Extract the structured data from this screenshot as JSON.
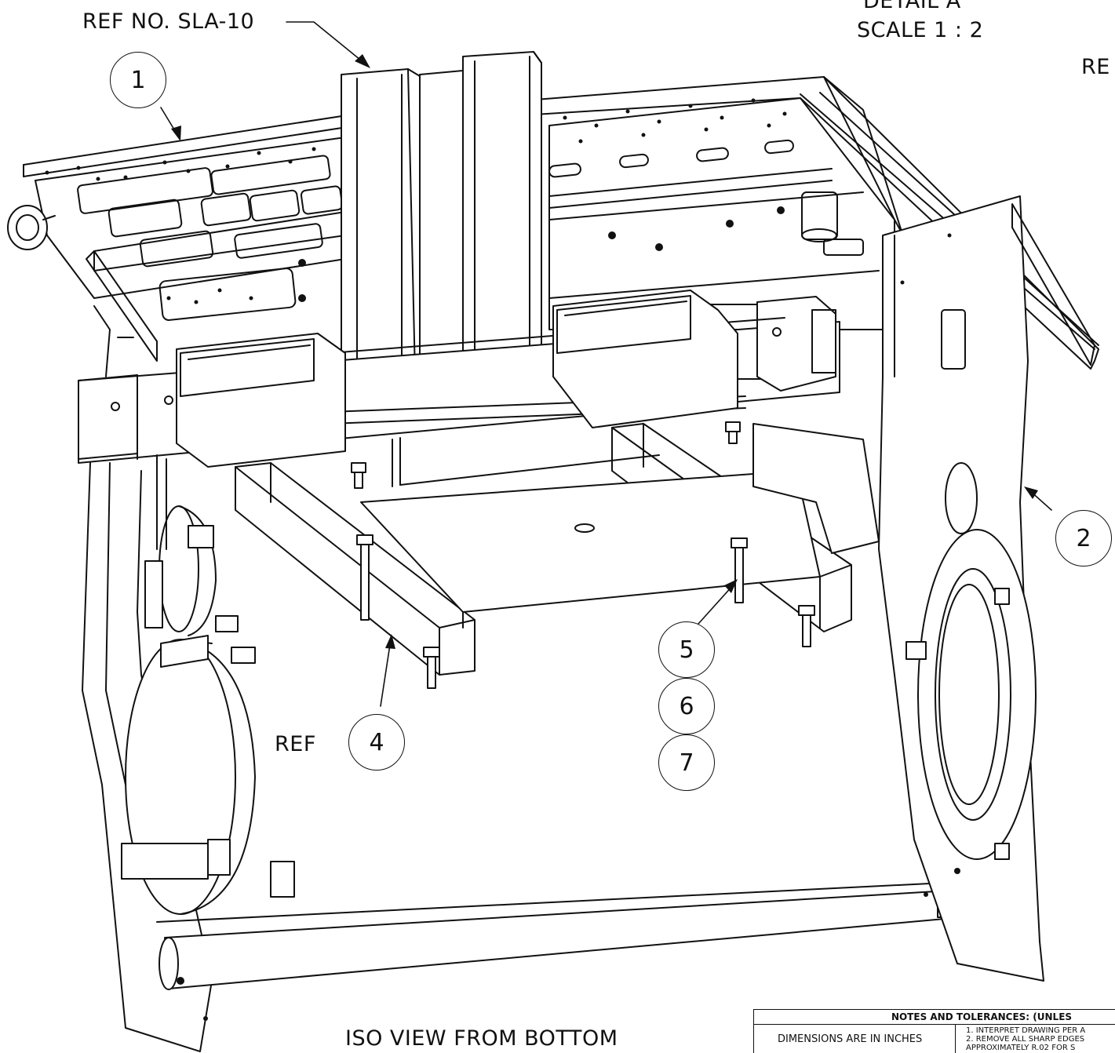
{
  "labels": {
    "ref_no": "REF NO. SLA-10",
    "detail_title": "DETAIL A",
    "detail_scale": "SCALE 1 : 2",
    "ref_right": "RE",
    "ref_left": "REF",
    "view_title": "ISO VIEW FROM BOTTOM"
  },
  "balloons": {
    "b1": "1",
    "b2": "2",
    "b4": "4",
    "b5": "5",
    "b6": "6",
    "b7": "7"
  },
  "title_block": {
    "heading": "NOTES AND TOLERANCES: (UNLES",
    "dimensions": "DIMENSIONS ARE IN INCHES",
    "note_1": "1. INTERPRET DRAWING PER A",
    "note_2": "2. REMOVE ALL SHARP EDGES",
    "note_3": "APPROXIMATELY R.02 FOR S"
  }
}
